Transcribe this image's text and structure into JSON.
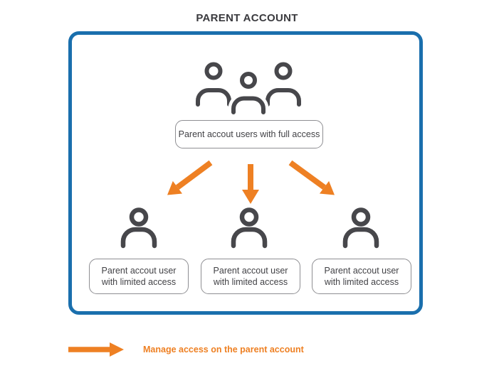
{
  "title": "PARENT ACCOUNT",
  "box": {
    "full_access_label": "Parent accout users with full access",
    "limited_users": [
      {
        "line1": "Parent accout user",
        "line2": "with limited access"
      },
      {
        "line1": "Parent accout user",
        "line2": "with limited access"
      },
      {
        "line1": "Parent accout user",
        "line2": "with limited access"
      }
    ]
  },
  "legend": {
    "text": "Manage access on the parent account"
  },
  "icons": {
    "top": "group-users-icon",
    "children": "user-icon",
    "flow": [
      "arrow-down-left-icon",
      "arrow-down-icon",
      "arrow-down-right-icon"
    ],
    "legend": "right-arrow-icon"
  },
  "colors": {
    "border_blue": "#1a6fad",
    "arrow_orange": "#ee8023",
    "icon_gray": "#47474b",
    "label_border_gray": "#8e8e92",
    "text_dark": "#424246"
  }
}
